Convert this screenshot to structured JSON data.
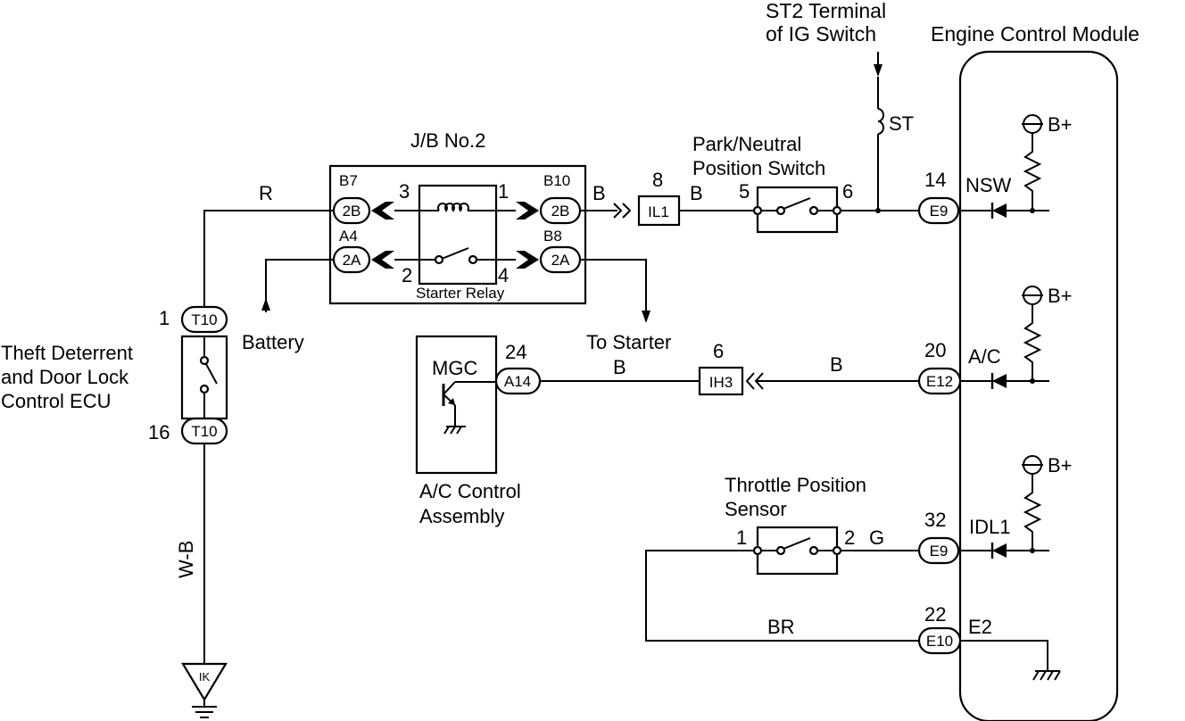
{
  "labels": {
    "st2_title_1": "ST2 Terminal",
    "st2_title_2": "of IG Switch",
    "ecm_title": "Engine Control Module",
    "jb_title": "J/B No.2",
    "starter_relay": "Starter Relay",
    "pnp_title_1": "Park/Neutral",
    "pnp_title_2": "Position Switch",
    "theft_1": "Theft Deterrent",
    "theft_2": "and Door Lock",
    "theft_3": "Control ECU",
    "battery": "Battery",
    "to_starter": "To Starter",
    "mgc": "MGC",
    "ac_ctrl_1": "A/C Control",
    "ac_ctrl_2": "Assembly",
    "tps_1": "Throttle Position",
    "tps_2": "Sensor",
    "st": "ST"
  },
  "wires": {
    "r": "R",
    "b1": "B",
    "b2": "B",
    "b3": "B",
    "b4": "B",
    "g": "G",
    "br": "BR",
    "wb": "W-B"
  },
  "pins": {
    "t10_1": "1",
    "t10_16": "16",
    "jb_3": "3",
    "jb_1": "1",
    "jb_2": "2",
    "jb_4": "4",
    "il1": "8",
    "pnp_5": "5",
    "pnp_6": "6",
    "e9_14": "14",
    "e12_20": "20",
    "e9_32": "32",
    "e10_22": "22",
    "a14_24": "24",
    "ih3_6": "6",
    "tps_1": "1",
    "tps_2": "2"
  },
  "jb_terms": {
    "b7": "B7",
    "a4": "A4",
    "b10": "B10",
    "b8": "B8"
  },
  "connectors": {
    "jb_2b_left": "2B",
    "jb_2a_left": "2A",
    "jb_2b_right": "2B",
    "jb_2a_right": "2A",
    "il1": "IL1",
    "e9_top": "E9",
    "e12": "E12",
    "e9_bottom": "E9",
    "e10": "E10",
    "a14": "A14",
    "ih3": "IH3",
    "t10_top": "T10",
    "t10_bottom": "T10",
    "ik": "IK"
  },
  "ecm_signals": {
    "nsw": "NSW",
    "ac": "A/C",
    "idl1": "IDL1",
    "e2": "E2",
    "bplus_1": "B+",
    "bplus_2": "B+",
    "bplus_3": "B+"
  }
}
